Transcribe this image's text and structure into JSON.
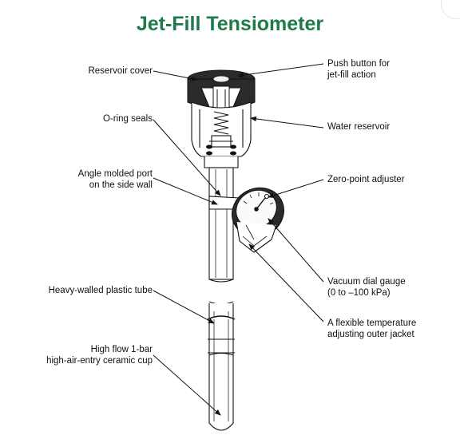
{
  "title": "Jet-Fill Tensiometer",
  "colors": {
    "title": "#1e7a4c",
    "ink": "#111111"
  },
  "labels": {
    "reservoir_cover": "Reservoir cover",
    "push_button": [
      "Push button for",
      "jet-fill action"
    ],
    "oring_seals": "O-ring seals",
    "water_reservoir": "Water reservoir",
    "angle_port": [
      "Angle molded port",
      "on the side wall"
    ],
    "zero_point": "Zero-point adjuster",
    "plastic_tube": "Heavy-walled plastic tube",
    "vacuum_gauge": [
      "Vacuum dial gauge",
      "(0 to –100 kPa)"
    ],
    "outer_jacket": [
      "A flexible temperature",
      "adjusting outer jacket"
    ],
    "ceramic_cup": [
      "High flow 1-bar",
      "high-air-entry ceramic cup"
    ]
  }
}
